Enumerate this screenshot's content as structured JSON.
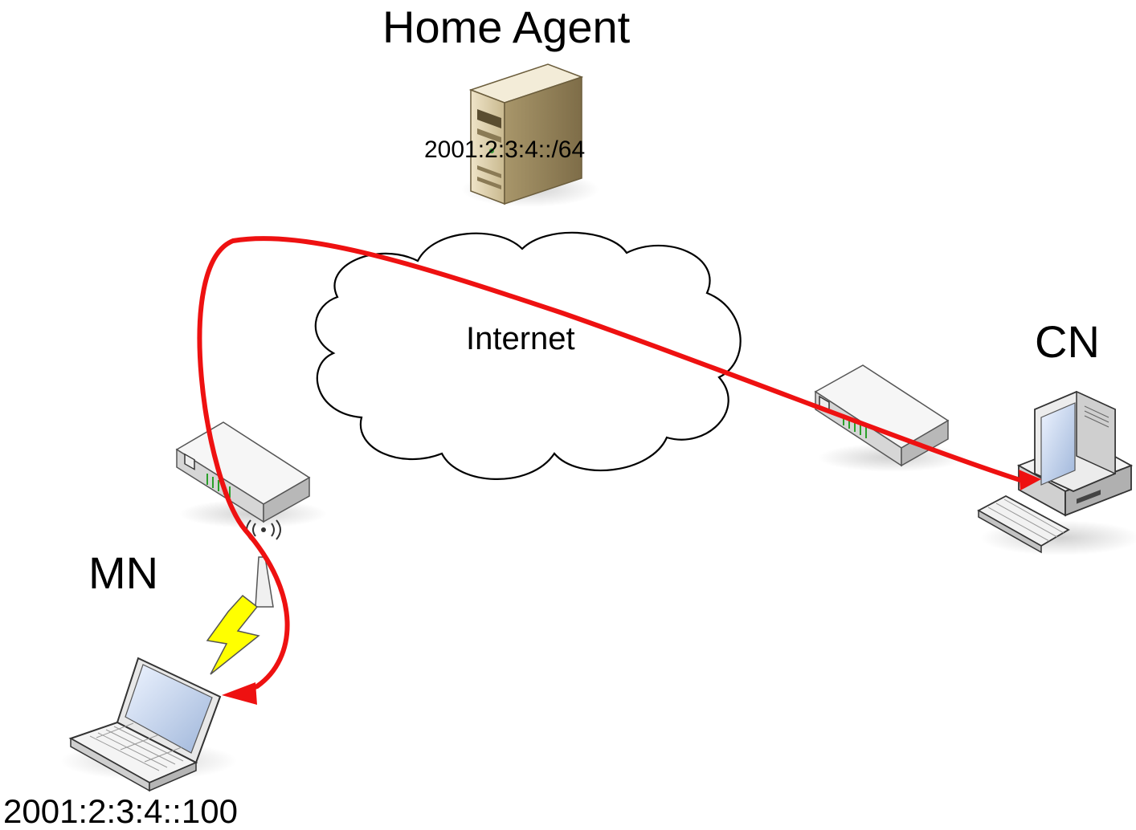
{
  "home_agent": {
    "title": "Home Agent",
    "prefix": "2001:2:3:4::/64"
  },
  "internet": {
    "label": "Internet"
  },
  "correspondent_node": {
    "label": "CN"
  },
  "mobile_node": {
    "label": "MN",
    "address": "2001:2:3:4::100"
  },
  "colors": {
    "path": "#ee1111",
    "lightning": "#ffff00",
    "device_body": "#f4f4f4",
    "device_shade": "#c8c8c8",
    "server_body": "#d9cba8",
    "screen": "#c9d8f0"
  },
  "icons": [
    "server-icon",
    "cloud-icon",
    "router-icon",
    "access-point-icon",
    "wireless-link-icon",
    "laptop-icon",
    "desktop-computer-icon"
  ]
}
